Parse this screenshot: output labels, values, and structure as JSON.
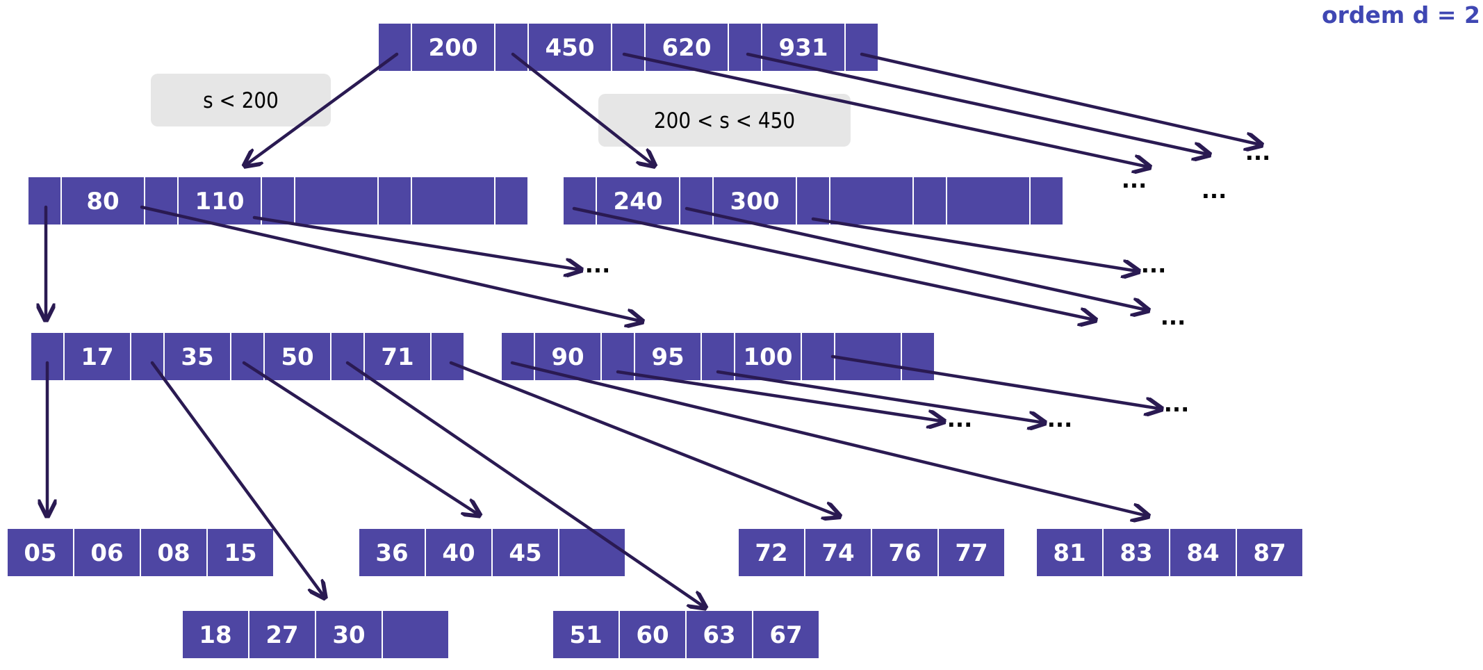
{
  "title": "ordem d = 2",
  "colors": {
    "node_fill": "#4e46a3",
    "node_border": "#ffffff",
    "key_text": "#ffffff",
    "arrow": "#2a1a52",
    "label_bg": "#e6e6e6",
    "label_text": "#000000",
    "title": "#3f47b3"
  },
  "annotations": [
    {
      "id": "cond-left",
      "text": "s < 200"
    },
    {
      "id": "cond-mid",
      "text": "200 < s < 450"
    }
  ],
  "ellipsis": "...",
  "nodes": [
    {
      "id": "root",
      "type": "internal",
      "keys": [
        "200",
        "450",
        "620",
        "931"
      ]
    },
    {
      "id": "n80",
      "type": "internal",
      "keys": [
        "80",
        "110",
        "",
        ""
      ]
    },
    {
      "id": "n240",
      "type": "internal",
      "keys": [
        "240",
        "300",
        "",
        ""
      ]
    },
    {
      "id": "n17",
      "type": "internal",
      "keys": [
        "17",
        "35",
        "50",
        "71"
      ]
    },
    {
      "id": "n90",
      "type": "internal",
      "keys": [
        "90",
        "95",
        "100",
        ""
      ]
    },
    {
      "id": "leaf05",
      "type": "leaf",
      "keys": [
        "05",
        "06",
        "08",
        "15"
      ]
    },
    {
      "id": "leaf36",
      "type": "leaf",
      "keys": [
        "36",
        "40",
        "45",
        ""
      ]
    },
    {
      "id": "leaf72",
      "type": "leaf",
      "keys": [
        "72",
        "74",
        "76",
        "77"
      ]
    },
    {
      "id": "leaf81",
      "type": "leaf",
      "keys": [
        "81",
        "83",
        "84",
        "87"
      ]
    },
    {
      "id": "leaf18",
      "type": "leaf",
      "keys": [
        "18",
        "27",
        "30",
        ""
      ]
    },
    {
      "id": "leaf51",
      "type": "leaf",
      "keys": [
        "51",
        "60",
        "63",
        "67"
      ]
    }
  ]
}
